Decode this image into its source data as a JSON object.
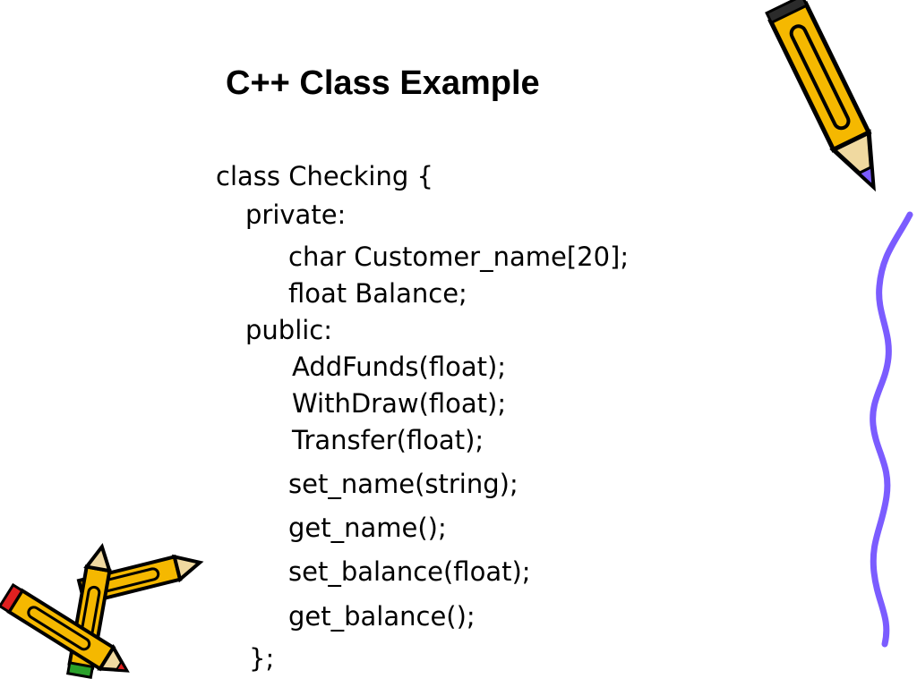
{
  "slide": {
    "title": "C++ Class Example",
    "code_lines": [
      "class Checking {",
      "private:",
      "char Customer_name[20];",
      "float Balance;",
      "public:",
      "AddFunds(float);",
      "WithDraw(float);",
      "Transfer(float);",
      "set_name(string);",
      "get_name();",
      "set_balance(float);",
      "get_balance();",
      "};"
    ]
  },
  "decor": {
    "icons": [
      "pencil-clipart-icon",
      "pencil-cluster-clipart-icon",
      "squiggle-line-icon"
    ],
    "colors": {
      "pencil_body": "#f5b800",
      "pencil_outline": "#000000",
      "pencil_tip": "#7b5cff",
      "squiggle": "#7b5cff",
      "eraser_red": "#e02020",
      "eraser_green": "#2aa02a"
    }
  }
}
